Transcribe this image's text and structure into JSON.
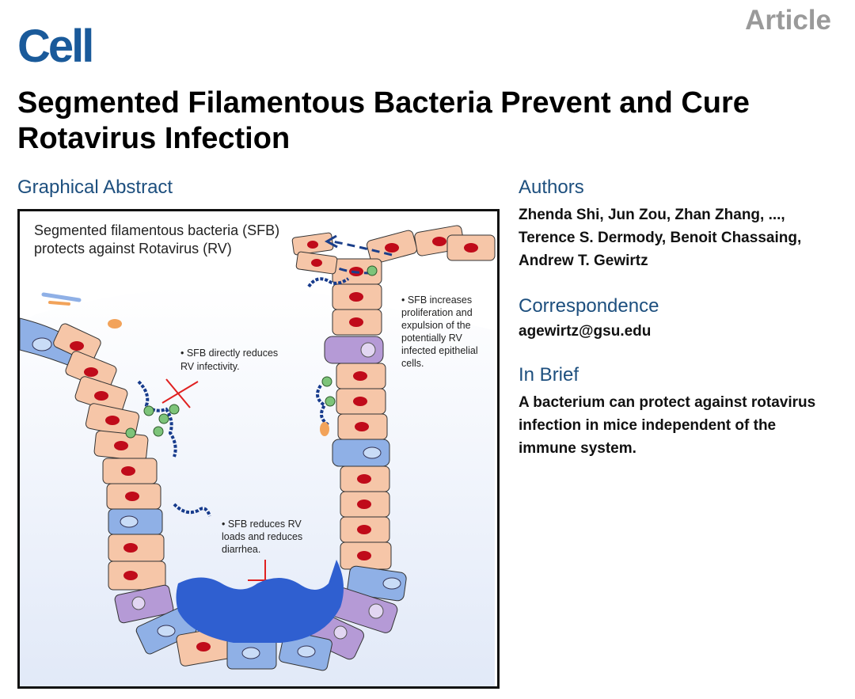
{
  "header": {
    "journal": "Cell",
    "article_type": "Article"
  },
  "title": "Segmented Filamentous Bacteria Prevent and Cure Rotavirus Infection",
  "graphical_abstract": {
    "heading": "Graphical Abstract",
    "caption_line1": "Segmented filamentous bacteria (SFB)",
    "caption_line2": "protects against Rotavirus (RV)",
    "note1_line1": "• SFB directly reduces",
    "note1_line2": "RV infectivity.",
    "note2_line1": "• SFB increases",
    "note2_line2": "proliferation and",
    "note2_line3": "expulsion of the",
    "note2_line4": "potentially RV",
    "note2_line5": "infected epithelial",
    "note2_line6": "cells.",
    "note3_line1": "• SFB reduces RV",
    "note3_line2": "loads and reduces",
    "note3_line3": "diarrhea."
  },
  "authors": {
    "heading": "Authors",
    "line1": "Zhenda Shi, Jun Zou, Zhan Zhang, ...,",
    "line2": "Terence S. Dermody, Benoit Chassaing,",
    "line3": "Andrew T. Gewirtz"
  },
  "correspondence": {
    "heading": "Correspondence",
    "email": "agewirtz@gsu.edu"
  },
  "in_brief": {
    "heading": "In Brief",
    "line1": "A bacterium can protect against rotavirus",
    "line2": "infection in mice independent of the",
    "line3": "immune system."
  },
  "colors": {
    "brand": "#1a5a9a",
    "heading": "#1d4f7e",
    "cell_fill": "#f6c6a8",
    "nucleus": "#c00b1a",
    "goblet": "#b59ad6",
    "blue_cell": "#8fb0e6",
    "lumen_fluid": "#2f5fd0",
    "inhibit_mark": "#e02020"
  }
}
